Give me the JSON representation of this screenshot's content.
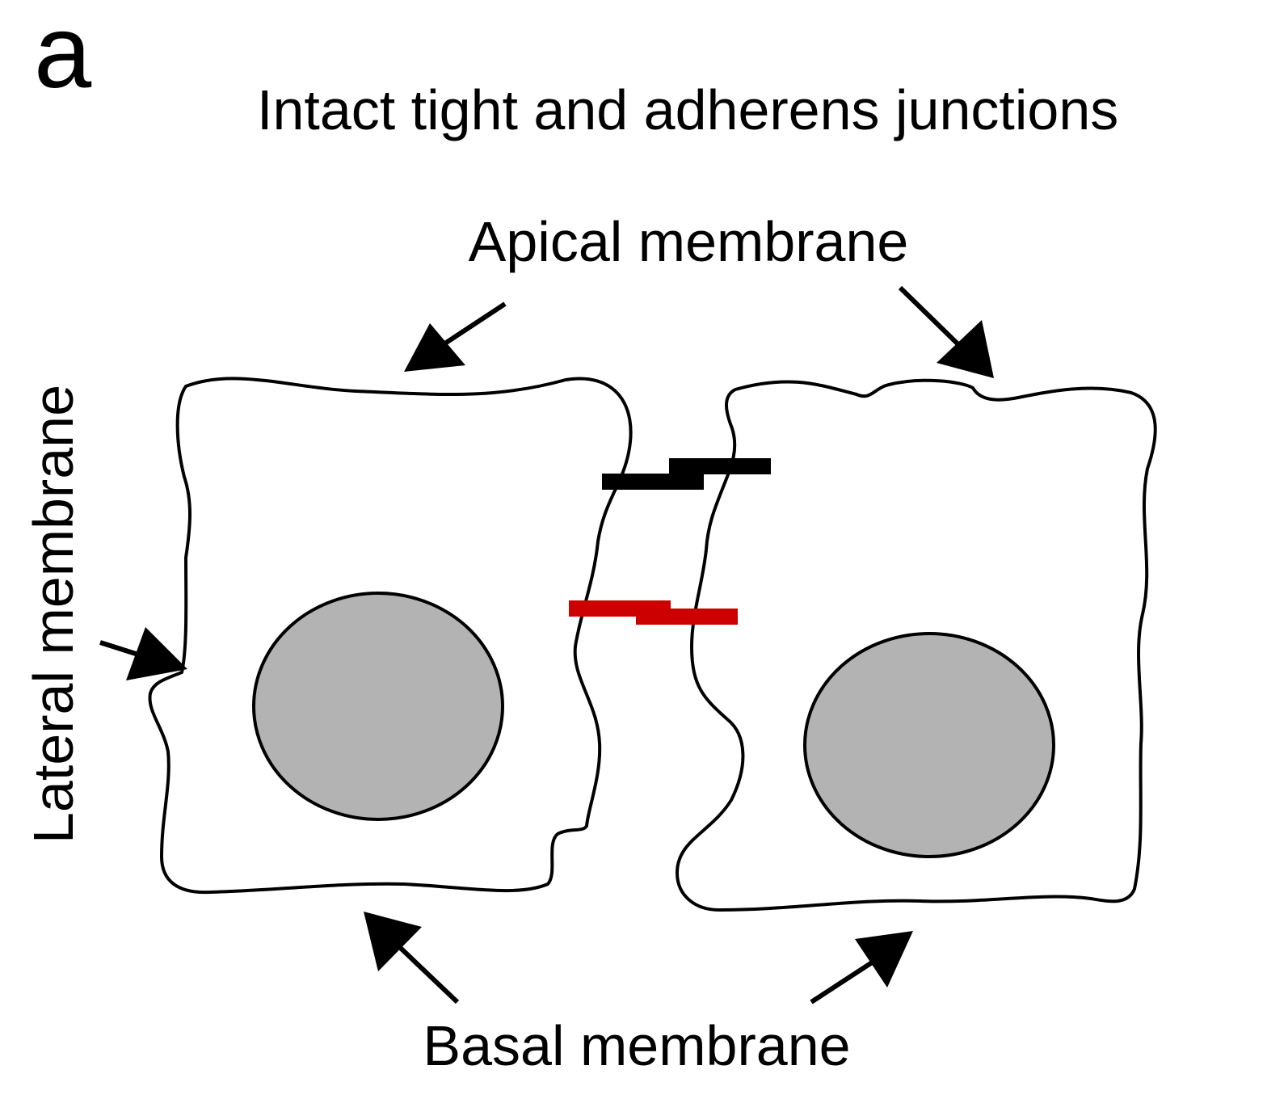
{
  "panel_letter": "a",
  "title": "Intact tight and adherens junctions",
  "labels": {
    "apical": "Apical membrane",
    "lateral": "Lateral membrane",
    "basal": "Basal membrane"
  },
  "colors": {
    "tight_junction": "#000000",
    "adherens_junction": "#cc0000",
    "nucleus": "#b3b3b3",
    "outline": "#000000"
  }
}
